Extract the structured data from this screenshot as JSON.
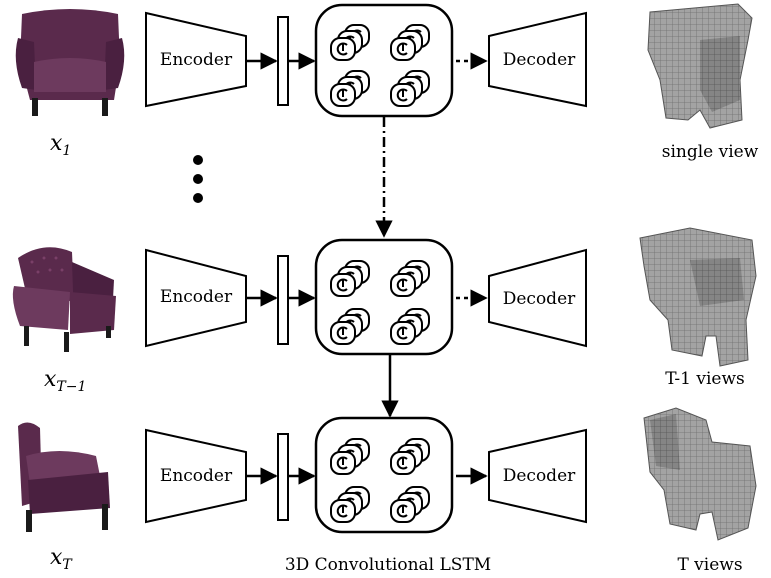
{
  "inputs": [
    {
      "var": "x",
      "sub": "1"
    },
    {
      "var": "x",
      "sub": "T−1"
    },
    {
      "var": "x",
      "sub": "T"
    }
  ],
  "encoder_label": "Encoder",
  "decoder_label": "Decoder",
  "lstm_label": "3D Convolutional LSTM",
  "outputs": [
    "single view",
    "T-1 views",
    "T views"
  ],
  "colors": {
    "chair": "#5a2a4c",
    "chair_highlight": "#7a4068",
    "voxel": "#9e9e9e",
    "voxel_edge": "#6a6a6a",
    "stroke": "#000000"
  }
}
